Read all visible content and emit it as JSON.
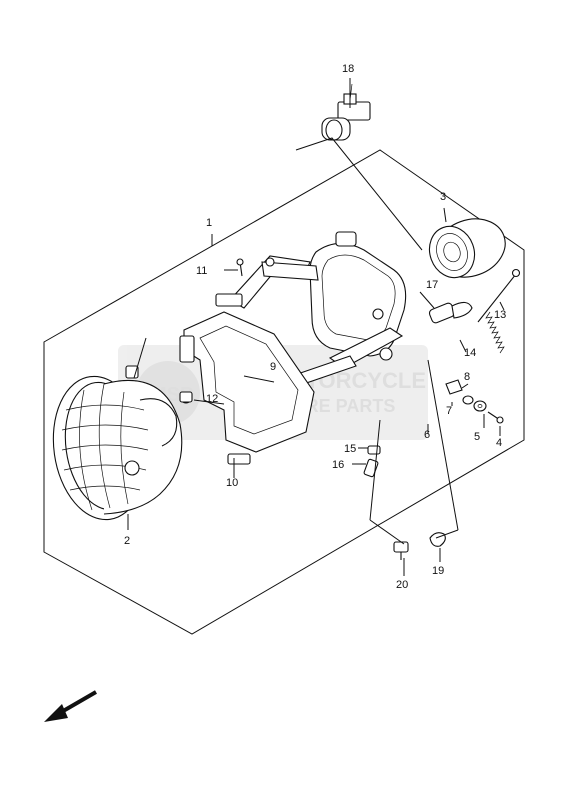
{
  "diagram": {
    "callouts": [
      {
        "id": "c1",
        "label": "1"
      },
      {
        "id": "c2",
        "label": "2"
      },
      {
        "id": "c3",
        "label": "3"
      },
      {
        "id": "c4",
        "label": "4"
      },
      {
        "id": "c5",
        "label": "5"
      },
      {
        "id": "c6",
        "label": "6"
      },
      {
        "id": "c7",
        "label": "7"
      },
      {
        "id": "c8",
        "label": "8"
      },
      {
        "id": "c9",
        "label": "9"
      },
      {
        "id": "c10",
        "label": "10"
      },
      {
        "id": "c11",
        "label": "11"
      },
      {
        "id": "c12",
        "label": "12"
      },
      {
        "id": "c13",
        "label": "13"
      },
      {
        "id": "c14",
        "label": "14"
      },
      {
        "id": "c15",
        "label": "15"
      },
      {
        "id": "c16",
        "label": "16"
      },
      {
        "id": "c17",
        "label": "17"
      },
      {
        "id": "c18",
        "label": "18"
      },
      {
        "id": "c19",
        "label": "19"
      },
      {
        "id": "c20",
        "label": "20"
      }
    ],
    "watermark": {
      "line1": "MOTORCYCLE",
      "line2": "SPARE PARTS",
      "color": "#d9d9d9"
    },
    "orientation_arrow": "front-direction-arrow"
  }
}
